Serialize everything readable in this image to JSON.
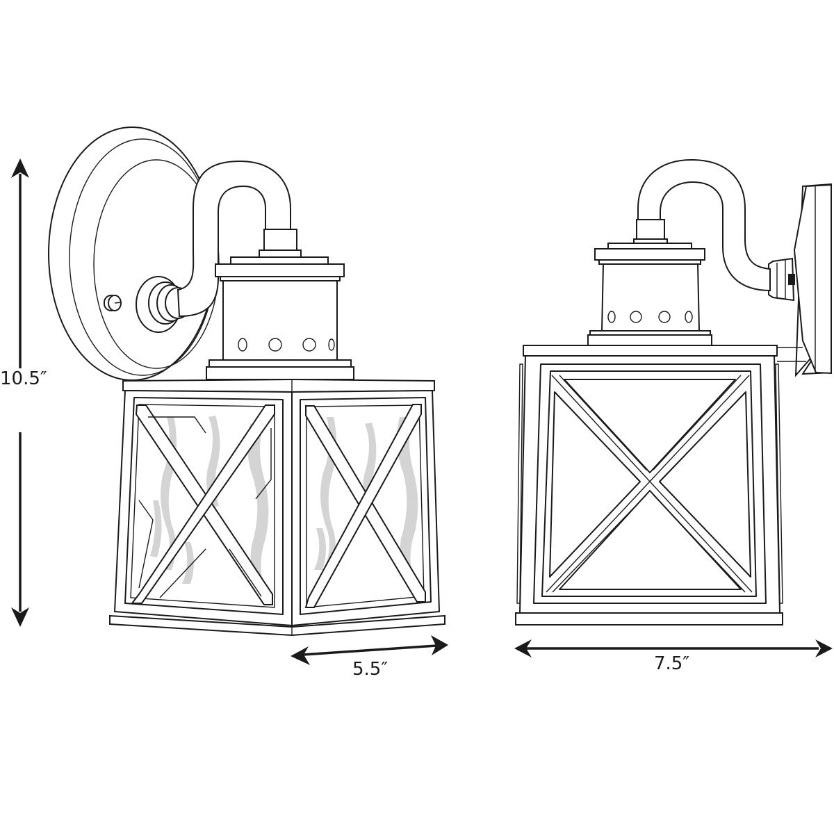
{
  "diagram": {
    "type": "product-dimension-drawing",
    "subject": "outdoor wall lantern",
    "views": [
      {
        "name": "side-angle-view",
        "position": "left",
        "glass": "water-textured",
        "panel_pattern": "X-cross frame"
      },
      {
        "name": "front-view",
        "position": "right",
        "glass": "clear",
        "panel_pattern": "X-cross frame"
      }
    ],
    "line_color": "#1a1a1a",
    "background": "#ffffff"
  },
  "dimensions": {
    "height": {
      "label": "10.5″",
      "value": 10.5,
      "unit": "in",
      "orientation": "vertical"
    },
    "depth": {
      "label": "5.5″",
      "value": 5.5,
      "unit": "in",
      "orientation": "horizontal"
    },
    "width": {
      "label": "7.5″",
      "value": 7.5,
      "unit": "in",
      "orientation": "horizontal"
    }
  }
}
